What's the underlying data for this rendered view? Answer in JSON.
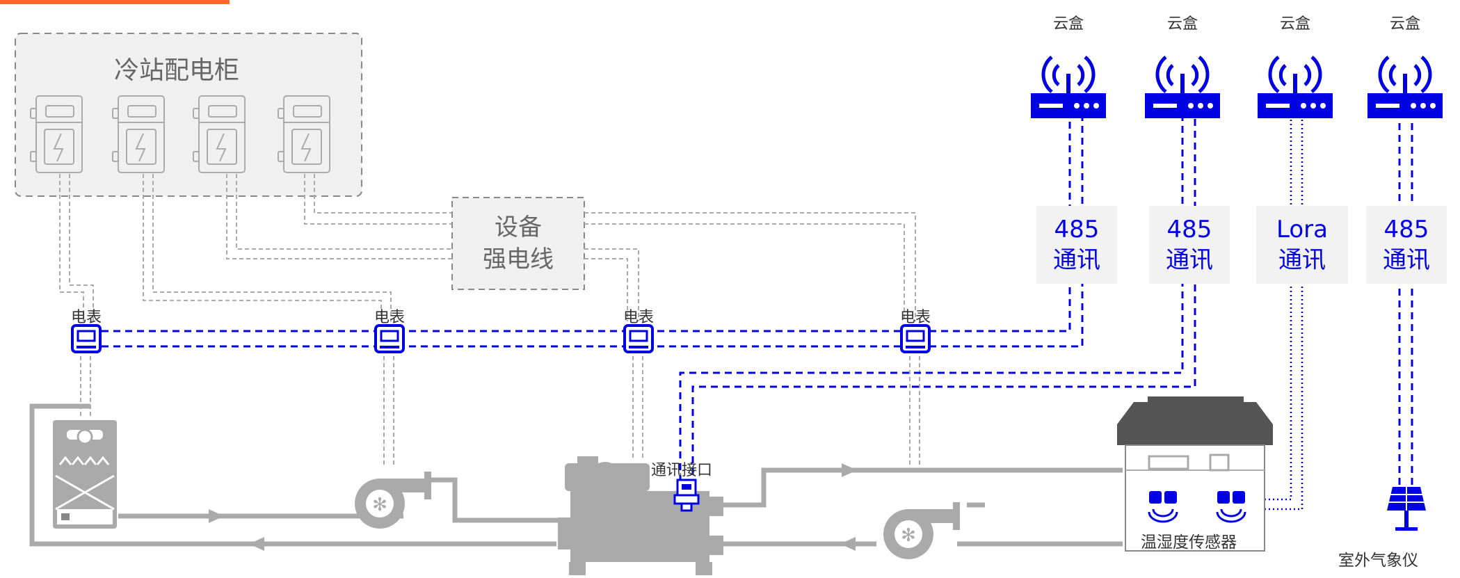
{
  "panel": {
    "title": "冷站配电柜"
  },
  "power_line": {
    "line1": "设备",
    "line2": "强电线"
  },
  "meters": {
    "label": "电表"
  },
  "cloud_boxes": [
    {
      "label": "云盒",
      "comm_top": "485",
      "comm_bottom": "通讯"
    },
    {
      "label": "云盒",
      "comm_top": "485",
      "comm_bottom": "通讯"
    },
    {
      "label": "云盒",
      "comm_top": "Lora",
      "comm_bottom": "通讯"
    },
    {
      "label": "云盒",
      "comm_top": "485",
      "comm_bottom": "通讯"
    }
  ],
  "comm_port": {
    "label": "通讯接口"
  },
  "sensor": {
    "label": "温湿度传感器"
  },
  "weather": {
    "label": "室外气象仪"
  },
  "colors": {
    "blue": "#0000e0",
    "gray": "#aaaaaa",
    "dark_gray": "#555555"
  },
  "icons": [
    "wifi-router-icon",
    "meter-icon",
    "cooling-tower-icon",
    "pump-icon",
    "chiller-icon",
    "ahu-icon",
    "solar-panel-icon",
    "breaker-icon",
    "port-icon"
  ]
}
